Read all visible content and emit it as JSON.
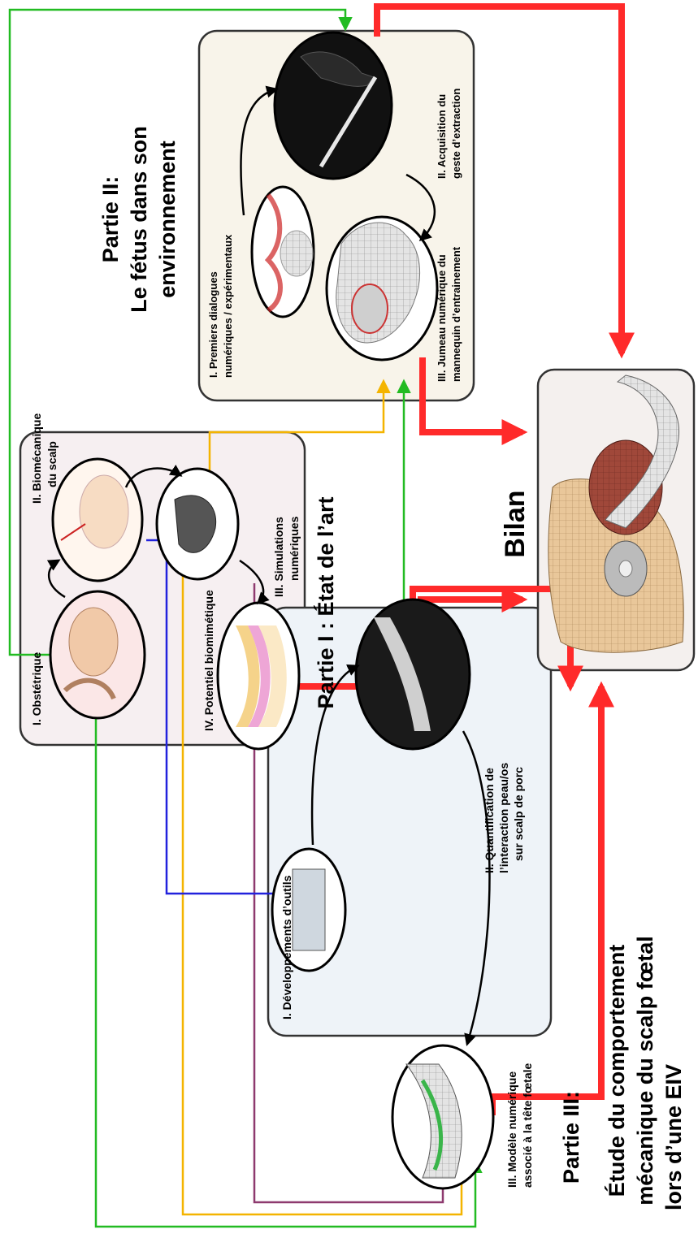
{
  "part1": {
    "title": "Partie I : État de l’art",
    "items": [
      "I. Obstétrique",
      "II. Biomécanique",
      "du scalp",
      "III. Simulations",
      "numériques",
      "IV. Potentiel biomimétique"
    ]
  },
  "part2": {
    "title_line1": "Partie II:",
    "title_line2": "Le fétus dans son",
    "title_line3": "environnement",
    "items": [
      "I. Premiers dialogues",
      "numériques / expérimentaux",
      "II. Acquisition du",
      "geste d’extraction",
      "III. Jumeau numérique du",
      "mannequin d’entrainement"
    ]
  },
  "part3": {
    "title_line1": "Partie III:",
    "title_line2": "Étude du comportement",
    "title_line3": "mécanique du scalp fœtal",
    "title_line4": "lors d’une EIV",
    "items": [
      "I. Développements d’outils",
      "II. Quantification de",
      "l’interaction peau/os",
      "sur scalp de porc",
      "III. Modèle numérique",
      "associé à la tête fœtale"
    ]
  },
  "bilan": {
    "title": "Bilan"
  },
  "colors": {
    "red": "#ff2a2a",
    "green": "#22bb22",
    "yellow": "#f4b400",
    "purple": "#8e3a6f",
    "blue": "#2222dd"
  }
}
